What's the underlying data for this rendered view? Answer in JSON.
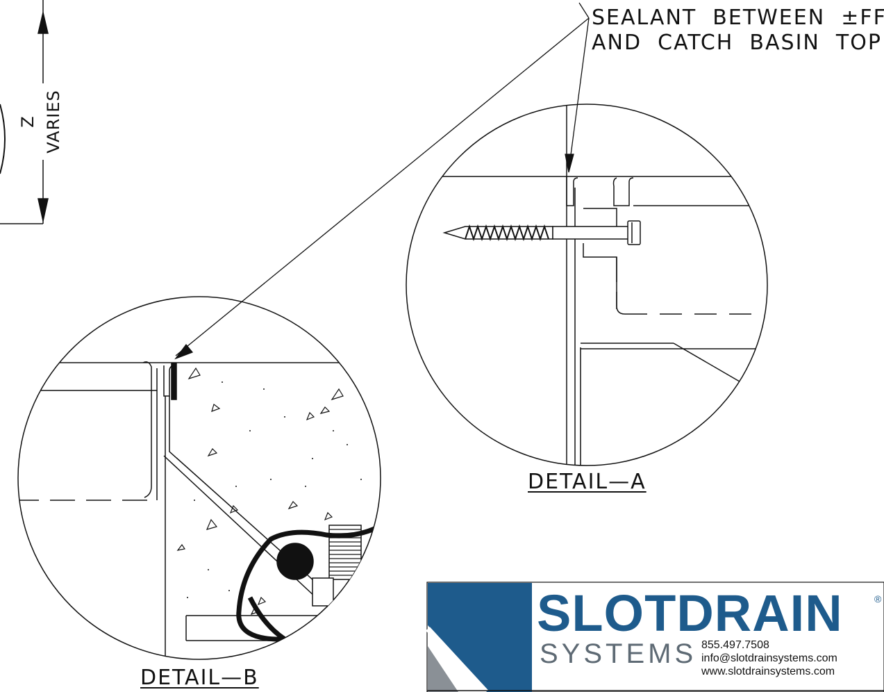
{
  "callout": {
    "line1": "SEALANT  BETWEEN  ±FFL",
    "line2": "AND  CATCH  BASIN  TOP"
  },
  "dimension": {
    "label_z": "Z",
    "label_varies": "VARIES"
  },
  "details": {
    "a": "DETAIL—A",
    "b": "DETAIL—B"
  },
  "logo": {
    "brand": "SLOTDRAIN",
    "registered": "®",
    "sub": "SYSTEMS",
    "phone": "855.497.7508",
    "email": "info@slotdrainsystems.com",
    "website": "www.slotdrainsystems.com",
    "colors": {
      "brand_blue": "#1e5b8c",
      "panel_blue": "#1e5b8c",
      "gray": "#8a9096"
    }
  }
}
